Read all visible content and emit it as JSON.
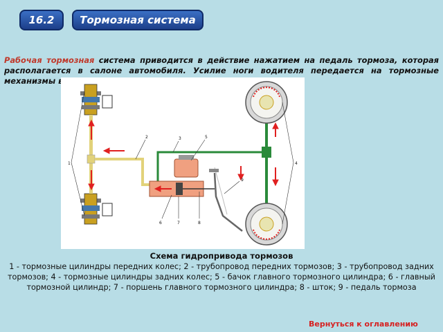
{
  "header": {
    "section_number": "16.2",
    "title": "Тормозная система"
  },
  "intro": {
    "highlight": "Рабочая тормозная",
    "text": " система приводится в действие нажатием на педаль тормоза, которая располагается в салоне автомобиля. Усилие ноги водителя передается на тормозные механизмы всех четырех колес"
  },
  "diagram": {
    "labels": [
      "1",
      "2",
      "3",
      "4",
      "5",
      "6",
      "7",
      "8",
      "9"
    ],
    "colors": {
      "front_line": "#e2d27a",
      "rear_line": "#2a8a3a",
      "master_cylinder": "#f0a080",
      "arrow": "#e02020",
      "drum": "#d8d8d8"
    }
  },
  "caption": {
    "title": "Схема гидропривода тормозов",
    "body": "1 - тормозные цилиндры передних колес; 2 - трубопровод передних тормозов; 3 - трубопровод задних тормозов; 4 - тормозные цилиндры задних колес; 5 - бачок главного тормозного цилиндра; 6 - главный тормозной цилиндр; 7 - поршень главного тормозного цилиндра; 8 - шток; 9 - педаль тормоза"
  },
  "footer": {
    "back_link": "Вернуться к оглавлению"
  }
}
